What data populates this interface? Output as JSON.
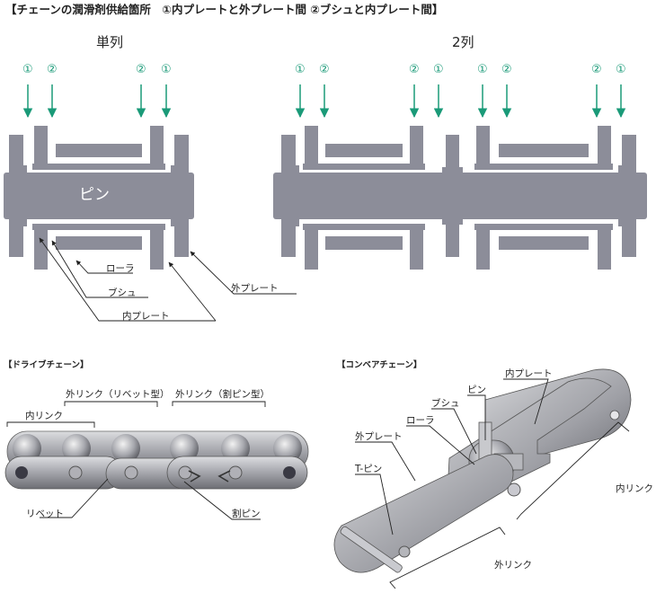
{
  "title": "【チェーンの潤滑剤供給箇所　①内プレートと外プレート間 ②ブシュと内プレート間】",
  "single_row": {
    "header": "単列",
    "pin_label": "ピン",
    "arrow_labels": [
      "①",
      "②",
      "②",
      "①"
    ],
    "labels": {
      "roller": "ローラ",
      "bush": "ブシュ",
      "inner_plate": "内プレート",
      "outer_plate": "外プレート"
    }
  },
  "double_row": {
    "header": "2列",
    "arrow_labels": [
      "①",
      "②",
      "②",
      "①",
      "①",
      "②",
      "②",
      "①"
    ]
  },
  "drive_chain": {
    "heading": "【ドライブチェーン】",
    "labels": {
      "inner_link": "内リンク",
      "outer_link_rivet": "外リンク（リベット型）",
      "outer_link_split_pin": "外リンク（割ピン型）",
      "rivet": "リベット",
      "split_pin": "割ピン"
    }
  },
  "conveyor_chain": {
    "heading": "【コンベアチェーン】",
    "labels": {
      "inner_plate": "内プレート",
      "pin": "ピン",
      "bush": "ブシュ",
      "roller": "ローラ",
      "outer_plate": "外プレート",
      "t_pin": "T-ピン",
      "inner_link": "内リンク",
      "outer_link": "外リンク"
    }
  },
  "colors": {
    "part": "#8c8d99",
    "part_dark": "#6f7080",
    "arrow": "#1a9a78",
    "line": "#222222"
  }
}
